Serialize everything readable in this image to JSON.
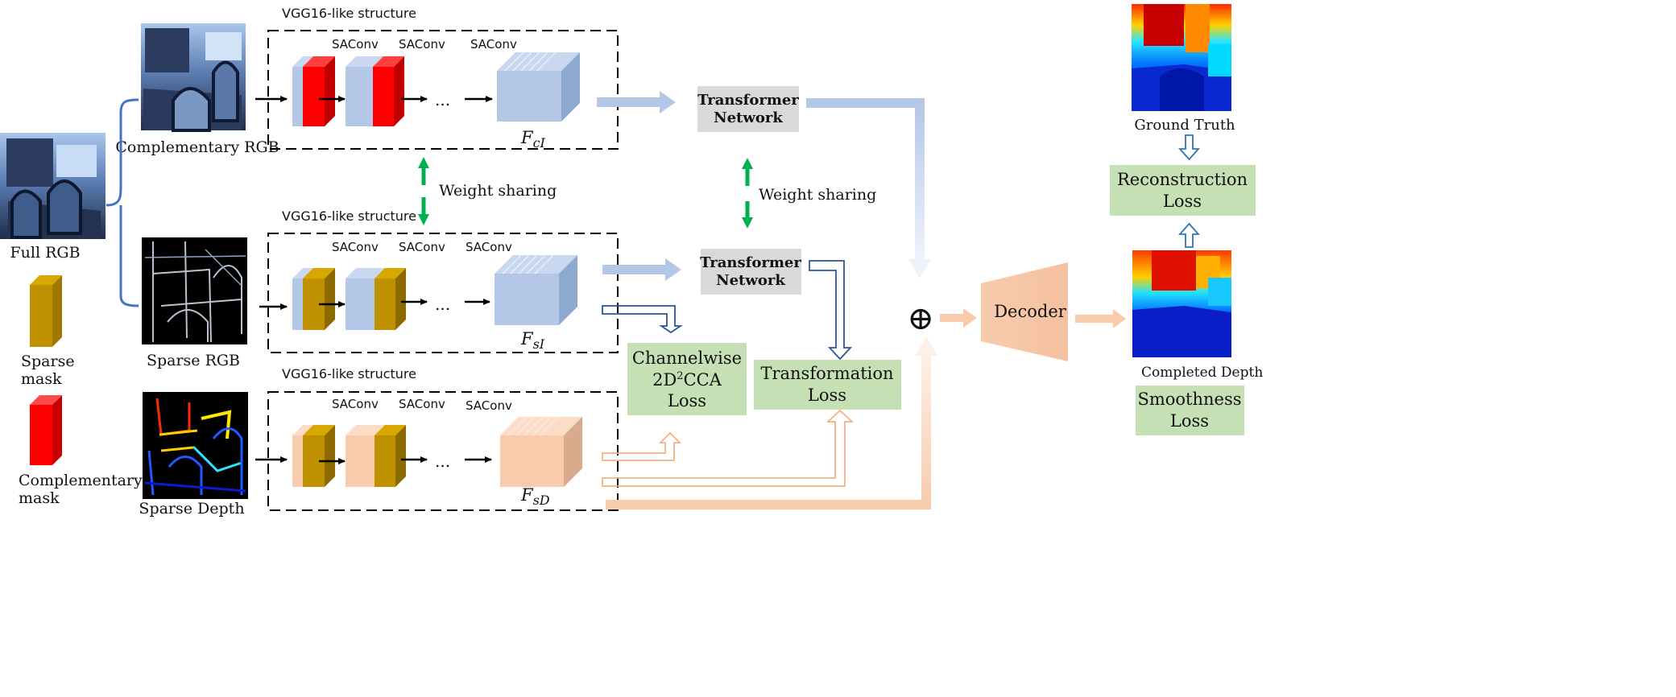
{
  "images": {
    "full_rgb": "Full RGB",
    "complementary_rgb": "Complementary RGB",
    "sparse_rgb": "Sparse RGB",
    "sparse_depth": "Sparse Depth",
    "ground_truth": "Ground Truth",
    "completed_depth": "Completed Depth"
  },
  "legend": {
    "sparse_mask_line1": "Sparse",
    "sparse_mask_line2": "mask",
    "complementary_mask_line1": "Complementary",
    "complementary_mask_line2": "mask"
  },
  "branches": {
    "structure_label": "VGG16-like structure",
    "saconv": "SAConv",
    "ellipsis": "...",
    "feature_prefix": "F",
    "f_ci_sub": "cI",
    "f_si_sub": "sI",
    "f_sd_sub": "sD"
  },
  "weight_sharing": "Weight sharing",
  "transformer": {
    "line1": "Transformer",
    "line2": "Network"
  },
  "losses": {
    "cca_line1": "Channelwise",
    "cca_line2a": "2D",
    "cca_line2sup": "2",
    "cca_line2b": "CCA",
    "cca_line3": "Loss",
    "transformation_line1": "Transformation",
    "transformation_line2": "Loss",
    "reconstruction_line1": "Reconstruction",
    "reconstruction_line2": "Loss",
    "smoothness_line1": "Smoothness",
    "smoothness_line2": "Loss"
  },
  "fusion_symbol": "⊕",
  "decoder": "Decoder",
  "colors": {
    "rgb_feature": "#b4c7e7",
    "depth_feature": "#f8cbad",
    "sparse_mask": "#bf9000",
    "complementary_mask": "#ff0000",
    "loss_box": "#c5e0b4",
    "transformer_box": "#d9d9d9",
    "weight_arrow": "#00b050",
    "branch_bracket": "#4472c4",
    "decoder": "#f8cbad"
  }
}
